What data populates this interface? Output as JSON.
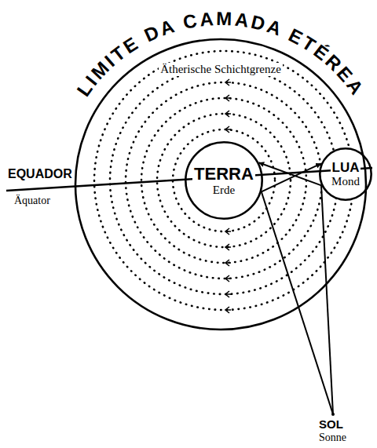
{
  "diagram": {
    "nodes": [
      {
        "text": [
          "LIMITE DA CAMADA ETÉREA",
          "Ätherische Schichtgrenze"
        ]
      },
      {
        "text": [
          "TERRA",
          "Erde"
        ],
        "in": 0
      },
      {
        "text": [
          "LUA",
          "Mond"
        ],
        "in": 0
      }
    ],
    "edges": [
      {
        "from": 2,
        "to": 1,
        "arrow": "to"
      },
      {
        "from": 1,
        "to": 2,
        "arrow": "to"
      }
    ],
    "labels": [
      "EQUADOR",
      "Äquator",
      "SOL",
      "Sonne"
    ]
  }
}
